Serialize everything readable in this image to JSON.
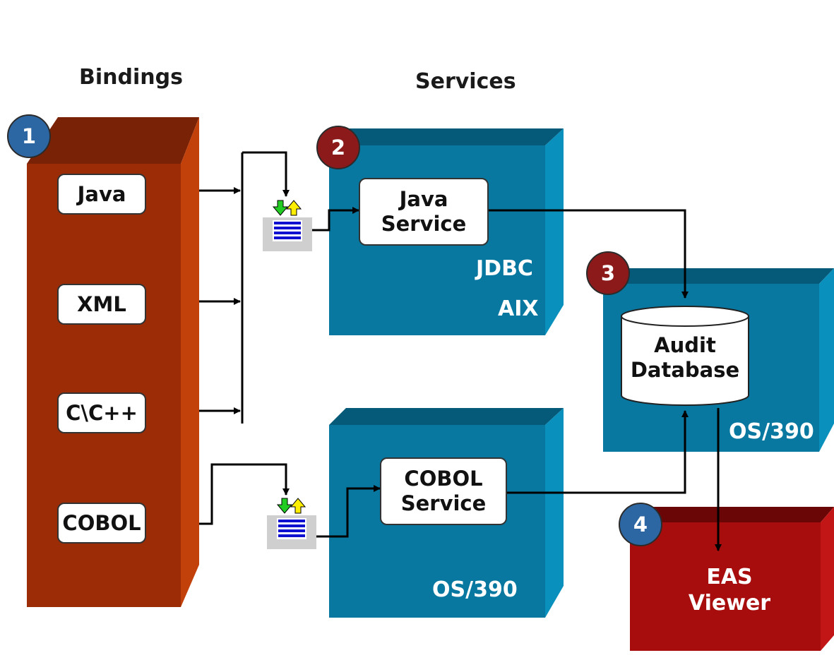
{
  "headings": {
    "bindings": "Bindings",
    "services": "Services"
  },
  "bindings": [
    "Java",
    "XML",
    "C\\C++",
    "COBOL"
  ],
  "services": {
    "java": {
      "line1": "Java",
      "line2": "Service",
      "tech": "JDBC",
      "platform": "AIX"
    },
    "cobol": {
      "line1": "COBOL",
      "line2": "Service",
      "platform": "OS/390"
    }
  },
  "database": {
    "line1": "Audit",
    "line2": "Database",
    "platform": "OS/390"
  },
  "viewer": {
    "line1": "EAS",
    "line2": "Viewer"
  },
  "badges": {
    "b1": "1",
    "b2": "2",
    "b3": "3",
    "b4": "4"
  },
  "icons": [
    "queue-icon",
    "down-arrow-icon",
    "up-arrow-icon"
  ],
  "colors": {
    "bindings_block": "#9b2c06",
    "service_block": "#0878a0",
    "viewer_block": "#a70d0d",
    "badge_blue": "#2c67a4",
    "badge_red": "#8c1a1a"
  }
}
